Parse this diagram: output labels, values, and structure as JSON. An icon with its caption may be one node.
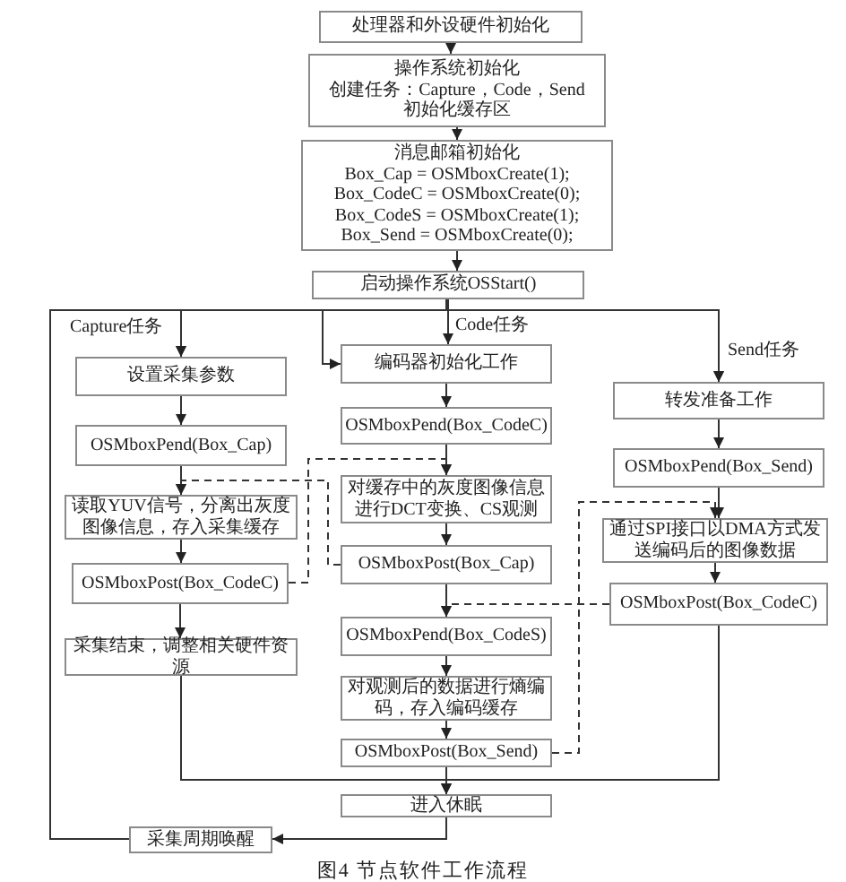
{
  "diagram": {
    "caption": "图4 节点软件工作流程",
    "nodes": [
      {
        "text": [
          "处理器和外设硬件初始化"
        ]
      },
      {
        "text": [
          "操作系统初始化",
          "创建任务：Capture，Code，Send",
          "初始化缓存区"
        ]
      },
      {
        "text": [
          "消息邮箱初始化",
          "Box_Cap = OSMboxCreate(1);",
          "Box_CodeC = OSMboxCreate(0);",
          "Box_CodeS = OSMboxCreate(1);",
          "Box_Send = OSMboxCreate(0);"
        ]
      },
      {
        "text": [
          "启动操作系统OSStart()"
        ]
      },
      {
        "text": [
          "设置采集参数"
        ]
      },
      {
        "text": [
          "OSMboxPend(Box_Cap)"
        ]
      },
      {
        "text": [
          "读取YUV信号，分离出灰度图像信息，存入采集缓存"
        ]
      },
      {
        "text": [
          "OSMboxPost(Box_CodeC)"
        ]
      },
      {
        "text": [
          "采集结束，调整相关硬件资源"
        ]
      },
      {
        "text": [
          "编码器初始化工作"
        ]
      },
      {
        "text": [
          "OSMboxPend(Box_CodeC)"
        ]
      },
      {
        "text": [
          "对缓存中的灰度图像信息进行DCT变换、CS观测"
        ]
      },
      {
        "text": [
          "OSMboxPost(Box_Cap)"
        ]
      },
      {
        "text": [
          "OSMboxPend(Box_CodeS)"
        ]
      },
      {
        "text": [
          "对观测后的数据进行熵编码，存入编码缓存"
        ]
      },
      {
        "text": [
          "OSMboxPost(Box_Send)"
        ]
      },
      {
        "text": [
          "转发准备工作"
        ]
      },
      {
        "text": [
          "OSMboxPend(Box_Send)"
        ]
      },
      {
        "text": [
          "通过SPI接口以DMA方式发送编码后的图像数据"
        ]
      },
      {
        "text": [
          "OSMboxPost(Box_CodeC)"
        ]
      },
      {
        "text": [
          "进入休眠"
        ]
      },
      {
        "text": [
          "采集周期唤醒"
        ]
      }
    ],
    "edges": [
      {
        "from": 0,
        "to": 1,
        "arrow": "to"
      },
      {
        "from": 1,
        "to": 2,
        "arrow": "to"
      },
      {
        "from": 2,
        "to": 3,
        "arrow": "to"
      },
      {
        "from": 3,
        "to": 4,
        "arrow": "to",
        "label": "Capture任务"
      },
      {
        "from": 3,
        "to": 9,
        "arrow": "to",
        "label": "Code任务"
      },
      {
        "from": 3,
        "to": 16,
        "arrow": "to",
        "label": "Send任务"
      },
      {
        "from": 4,
        "to": 5,
        "arrow": "to"
      },
      {
        "from": 5,
        "to": 6,
        "arrow": "to"
      },
      {
        "from": 6,
        "to": 7,
        "arrow": "to"
      },
      {
        "from": 7,
        "to": 8,
        "arrow": "to"
      },
      {
        "from": 9,
        "to": 10,
        "arrow": "to"
      },
      {
        "from": 10,
        "to": 11,
        "arrow": "to"
      },
      {
        "from": 11,
        "to": 12,
        "arrow": "to"
      },
      {
        "from": 12,
        "to": 13,
        "arrow": "to"
      },
      {
        "from": 13,
        "to": 14,
        "arrow": "to"
      },
      {
        "from": 14,
        "to": 15,
        "arrow": "to"
      },
      {
        "from": 16,
        "to": 17,
        "arrow": "to"
      },
      {
        "from": 17,
        "to": 18,
        "arrow": "to"
      },
      {
        "from": 18,
        "to": 19,
        "arrow": "to"
      },
      {
        "from": 7,
        "to": 11,
        "arrow": "to",
        "style": "dashed"
      },
      {
        "from": 12,
        "to": 6,
        "arrow": "to",
        "style": "dashed"
      },
      {
        "from": 15,
        "to": 18,
        "arrow": "to",
        "style": "dashed"
      },
      {
        "from": 19,
        "to": 13,
        "arrow": "to",
        "style": "dashed"
      },
      {
        "from": 8,
        "to": 20,
        "arrow": "to"
      },
      {
        "from": 15,
        "to": 20,
        "arrow": "to"
      },
      {
        "from": 19,
        "to": 20,
        "arrow": "to"
      },
      {
        "from": 20,
        "to": 21,
        "arrow": "to"
      },
      {
        "from": 21,
        "to": 4,
        "arrow": "to"
      },
      {
        "from": 21,
        "to": 9,
        "arrow": "to"
      },
      {
        "from": 21,
        "to": 16,
        "arrow": "to"
      }
    ]
  }
}
